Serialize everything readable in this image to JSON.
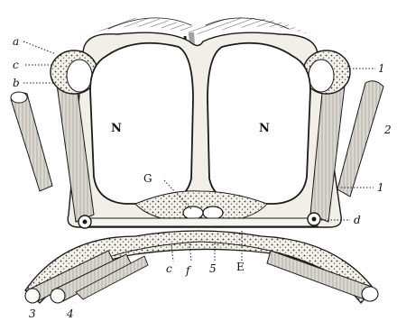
{
  "labels": {
    "N_left": "N",
    "N_right": "N",
    "G": "G",
    "E": "E",
    "a": "a",
    "c_left": "c",
    "b": "b",
    "one_top_right": "1",
    "two": "2",
    "one_mid_right": "1",
    "d": "d",
    "c_bottom": "c",
    "f": "f",
    "five": "5",
    "three": "3",
    "four": "4"
  }
}
